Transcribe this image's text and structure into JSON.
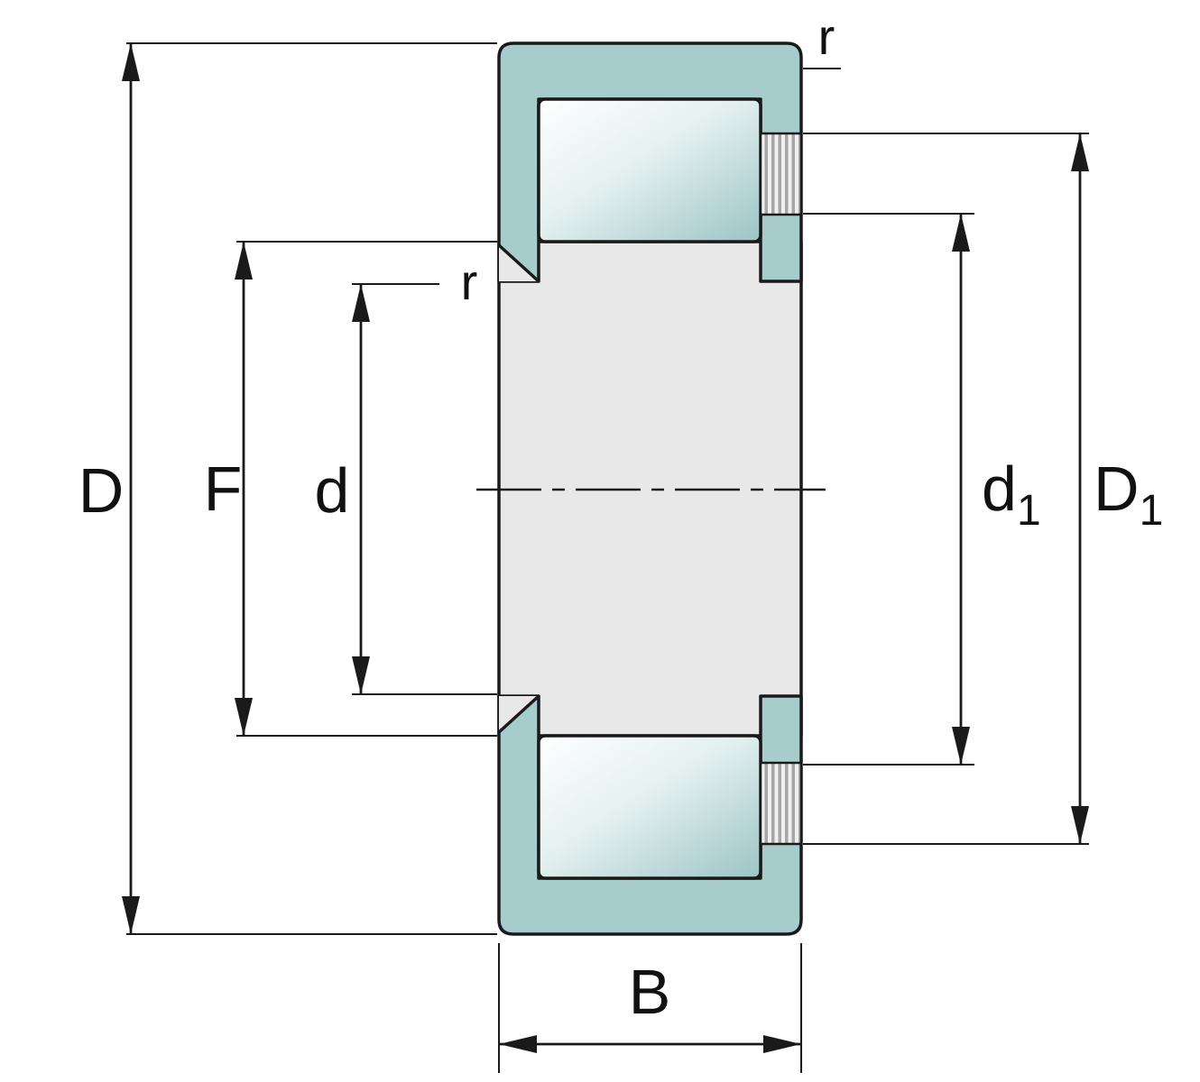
{
  "diagram": {
    "labels": {
      "D": "D",
      "F": "F",
      "d": "d",
      "d1": {
        "base": "d",
        "sub": "1"
      },
      "D1": {
        "base": "D",
        "sub": "1"
      },
      "B": "B",
      "r_outer": "r",
      "r_inner": "r"
    },
    "colors": {
      "ring": "#a6cccc",
      "inner_ring": "#e8e8e8",
      "line": "#1a1a1a"
    }
  }
}
